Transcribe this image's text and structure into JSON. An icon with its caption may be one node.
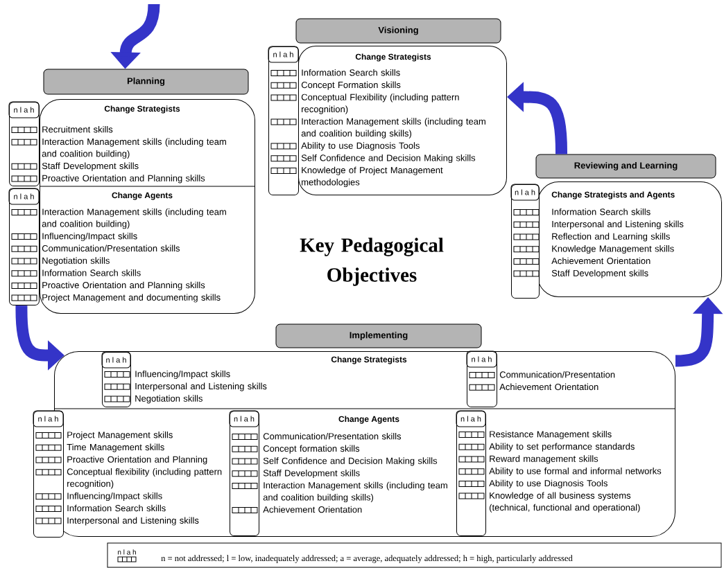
{
  "diagram": {
    "title": "Key Pedagogical Objectives",
    "nodes": [
      {
        "text": [
          "Visioning"
        ]
      },
      {
        "text": [
          "Change Strategists",
          "Information Search skills",
          "Concept Formation skills",
          "Conceptual Flexibility (including pattern recognition)",
          "Interaction Management skills (including team and coalition building skills)",
          "Ability to use Diagnosis Tools",
          "Self Confidence and Decision Making skills",
          "Knowledge of Project Management methodologies"
        ]
      },
      {
        "text": [
          "n l a h"
        ]
      },
      {
        "text": [
          "Planning"
        ]
      },
      {
        "text": [
          "Change Strategists",
          "Recruitment skills",
          "Interaction Management skills (including team and coalition building)",
          "Staff Development skills",
          "Proactive Orientation and Planning skills",
          "Change Agents",
          "Interaction Management skills (including team and coalition building)",
          "Influencing/Impact skills",
          "Communication/Presentation skills",
          "Negotiation skills",
          "Information Search skills",
          "Proactive Orientation and Planning skills",
          "Project Management and documenting skills"
        ]
      },
      {
        "text": [
          "n l a h"
        ]
      },
      {
        "text": [
          "n l a h"
        ]
      },
      {
        "text": [
          "Reviewing and Learning"
        ]
      },
      {
        "text": [
          "Change Strategists and Agents",
          "Information Search skills",
          "Interpersonal and Listening skills",
          "Reflection and Learning skills",
          "Knowledge Management skills",
          "Achievement Orientation",
          "Staff Development skills"
        ]
      },
      {
        "text": [
          "n l a h"
        ]
      },
      {
        "text": [
          "Implementing"
        ]
      },
      {
        "text": [
          "Change Strategists",
          "Influencing/Impact skills",
          "Interpersonal and Listening skills",
          "Negotiation skills",
          "Communication/Presentation",
          "Achievement Orientation",
          "Change Agents",
          "Project Management skills",
          "Time Management skills",
          "Proactive Orientation and Planning",
          "Conceptual flexibility (including pattern recognition)",
          "Influencing/Impact skills",
          "Information Search skills",
          "Interpersonal and Listening skills",
          "Communication/Presentation skills",
          "Concept formation skills",
          "Self Confidence and Decision Making skills",
          "Staff Development skills",
          "Interaction Management skills (including team and coalition building skills)",
          "Achievement Orientation",
          "Resistance Management skills",
          "Ability to set performance standards",
          "Reward management skills",
          "Ability to use formal and informal networks",
          "Ability to use Diagnosis Tools",
          "Knowledge of all business systems (technical, functional and operational)"
        ]
      },
      {
        "text": [
          "n l a h"
        ],
        "in": 11
      },
      {
        "text": [
          "n l a h"
        ],
        "in": 11
      },
      {
        "text": [
          "n l a h"
        ]
      },
      {
        "text": [
          "n l a h"
        ],
        "in": 11
      },
      {
        "text": [
          "n l a h"
        ],
        "in": 11
      }
    ],
    "edges": [
      {
        "from": null,
        "to": 3,
        "arrow": "to"
      },
      {
        "from": 6,
        "to": 11,
        "arrow": "to"
      },
      {
        "from": 11,
        "to": 8,
        "arrow": "to"
      },
      {
        "from": 7,
        "to": 1,
        "arrow": "to"
      }
    ],
    "labels": [
      "n l a h"
    ],
    "legend": [
      {
        "text": "n = not addressed; l = low, inadequately addressed; a = average, adequately addressed; h = high, particularly addressed"
      }
    ]
  }
}
